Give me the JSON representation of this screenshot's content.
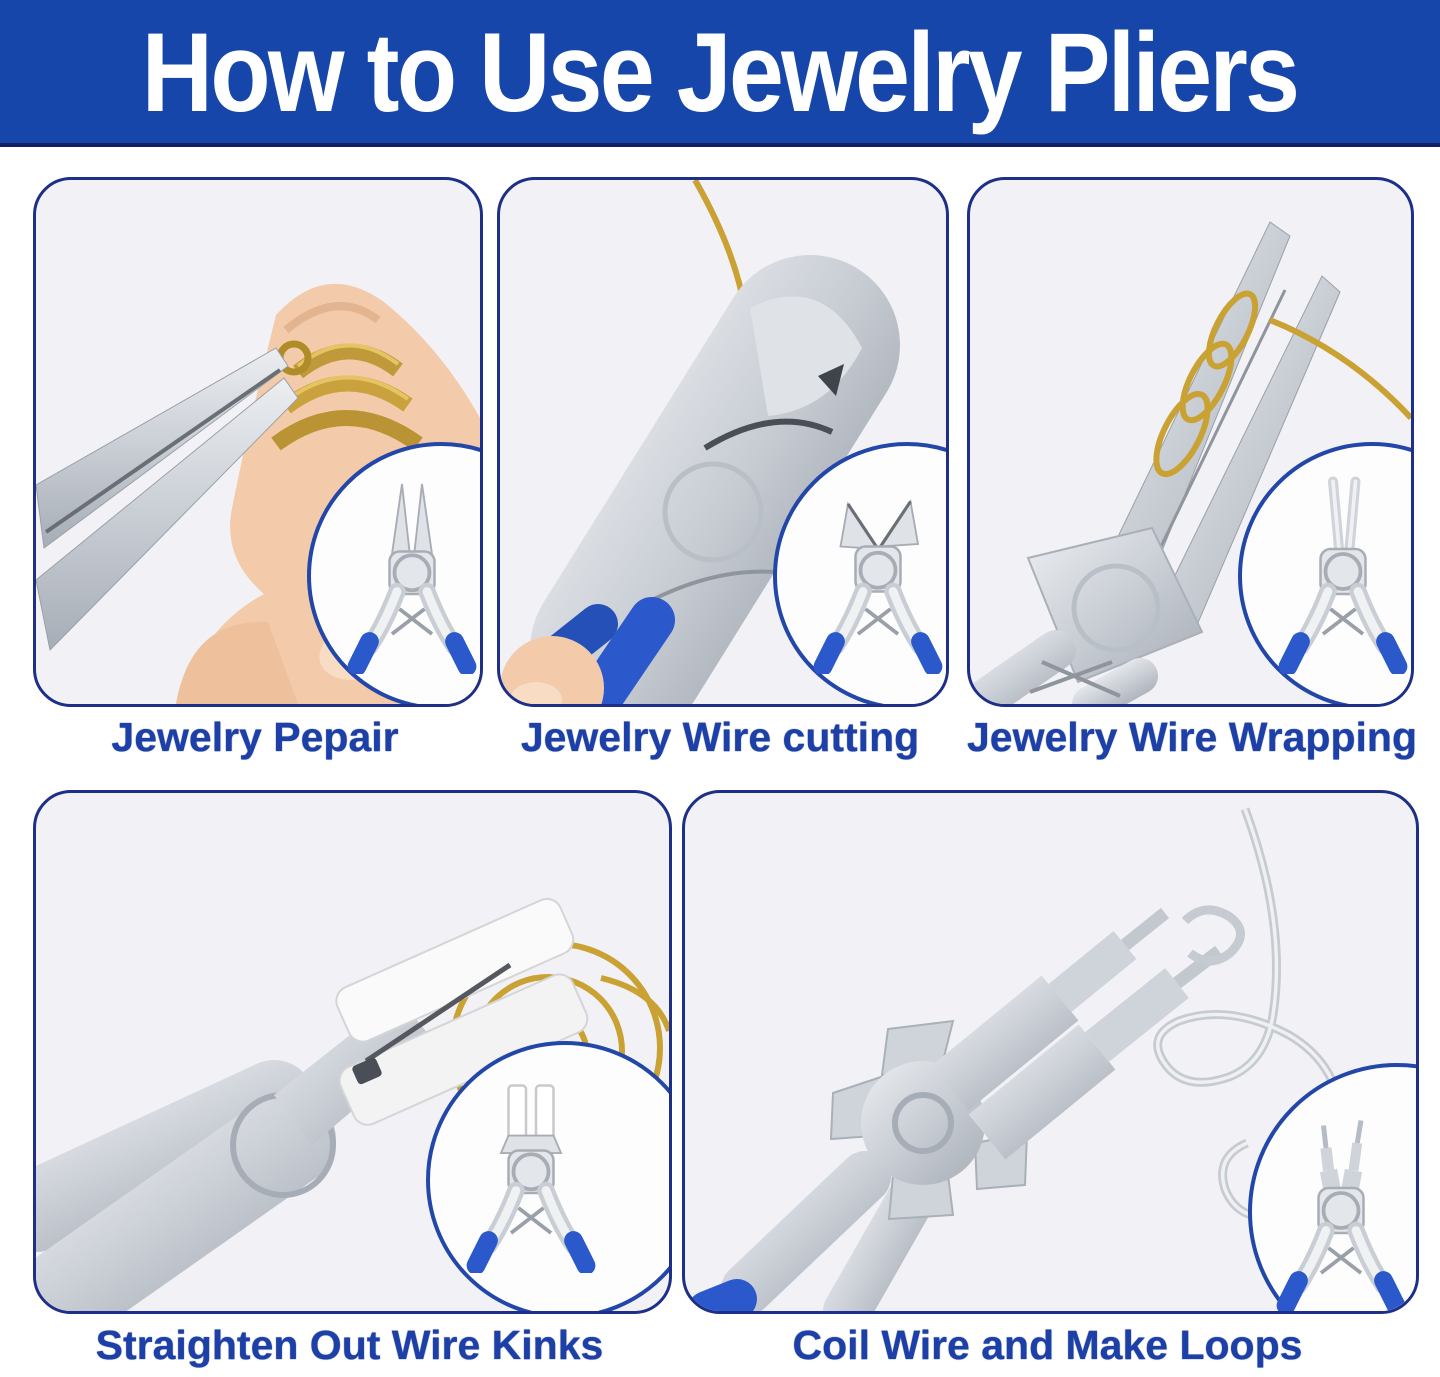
{
  "header": {
    "title": "How to Use Jewelry Pliers"
  },
  "panels": [
    {
      "caption": "Jewelry Pepair",
      "inset_icon": "chain-nose-pliers-icon"
    },
    {
      "caption": "Jewelry Wire cutting",
      "inset_icon": "side-cutter-pliers-icon"
    },
    {
      "caption": "Jewelry Wire Wrapping",
      "inset_icon": "round-nose-pliers-icon"
    },
    {
      "caption": "Straighten Out Wire Kinks",
      "inset_icon": "nylon-jaw-pliers-icon"
    },
    {
      "caption": "Coil Wire and Make Loops",
      "inset_icon": "bail-making-pliers-icon"
    }
  ],
  "colors": {
    "banner_background": "#1746ab",
    "banner_underline": "#101e66",
    "title_text": "#ffffff",
    "caption_text": "#1c3fa8",
    "panel_border": "#1d2f87",
    "panel_background": "#f2f2f6",
    "inset_border": "#2347a9",
    "handle_blue": "#2b59cc",
    "wire_gold": "#c9a233",
    "wire_silver": "#c6cbd2"
  }
}
